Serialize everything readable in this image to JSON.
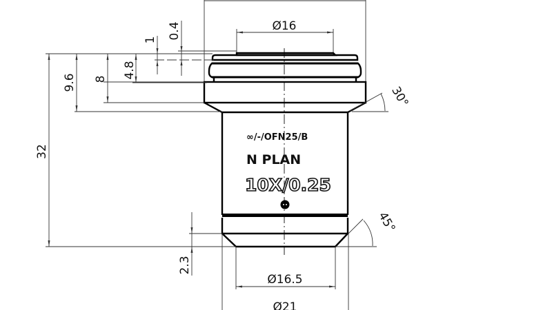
{
  "drawing": {
    "subject": "microscope objective",
    "engraving": {
      "line1": "∞/-/OFN25/B",
      "line2": "N PLAN",
      "line3": "10X/0.25"
    },
    "dimensions": {
      "top_diameter": "Ø16",
      "bottom_inner_diameter": "Ø16.5",
      "bottom_outer_diameter": "Ø21",
      "total_height": "32",
      "height_9_6": "9.6",
      "height_8": "8",
      "height_4_8": "4.8",
      "height_1": "1",
      "height_0_4": "0.4",
      "bottom_chamfer_height": "2.3",
      "upper_chamfer_angle": "30°",
      "lower_chamfer_angle": "45°"
    }
  }
}
